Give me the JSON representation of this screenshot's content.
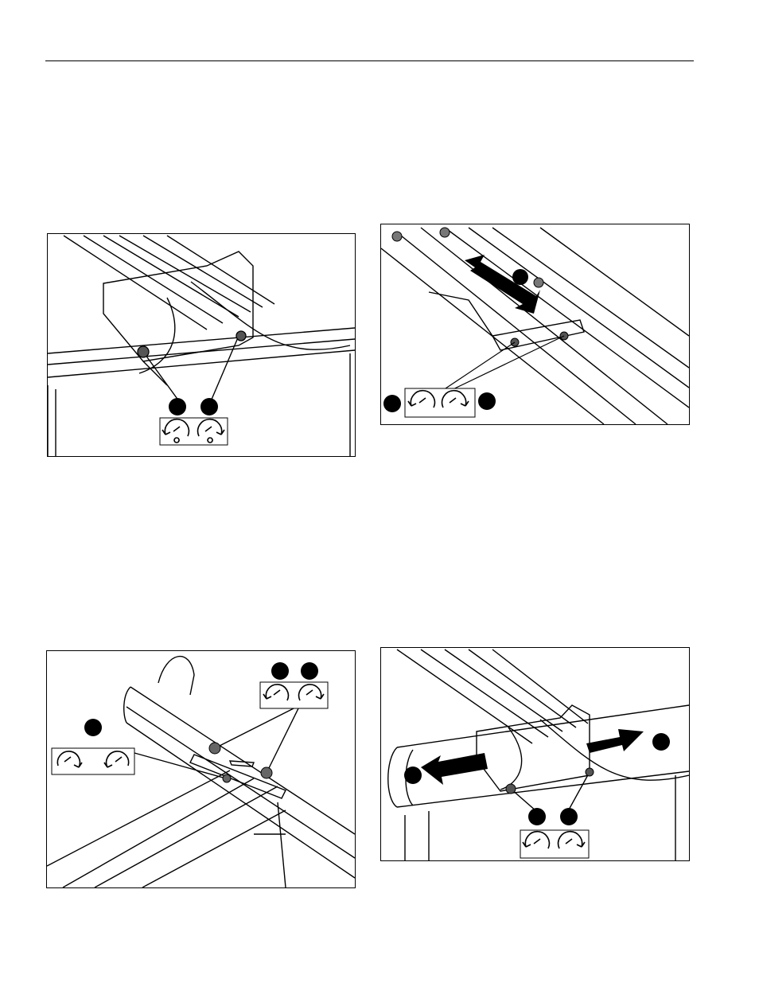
{
  "page": {
    "figures": [
      {
        "id": "fig1",
        "subject": "mount-bracket-with-two-bolts",
        "callouts": 2,
        "icon_pair": [
          "loosen-icon",
          "loosen-icon"
        ]
      },
      {
        "id": "fig2",
        "subject": "slide-clamp-on-rail",
        "callouts": 3,
        "icon_pair": [
          "loosen-icon",
          "loosen-icon"
        ]
      },
      {
        "id": "fig3",
        "subject": "crossbar-clamp-nuts",
        "callouts": 3,
        "icon_pair": [
          "loosen-icon",
          "loosen-icon"
        ]
      },
      {
        "id": "fig4",
        "subject": "extend-arms-outward",
        "callouts": 4,
        "icon_pair": [
          "loosen-icon",
          "loosen-icon"
        ]
      }
    ]
  }
}
